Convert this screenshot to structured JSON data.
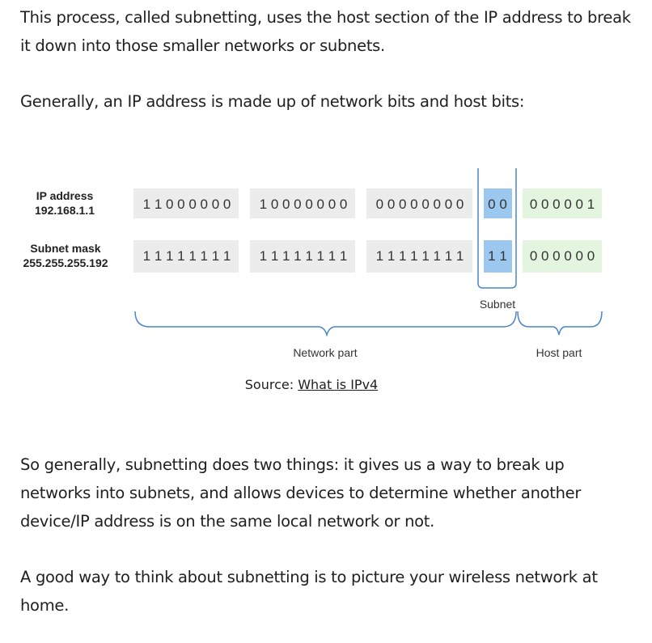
{
  "paragraphs": {
    "intro": "This process, called subnetting, uses the host section of the IP address to break it down into those smaller networks or subnets.",
    "generally": "Generally, an IP address is made up of network bits and host bits:",
    "two_things": "So generally, subnetting does two things: it gives us a way to break up networks into subnets, and allows devices to determine whether another device/IP address is on the same local network or not.",
    "wireless": "A good way to think about subnetting is to picture your wireless network at home."
  },
  "diagram": {
    "ip_row": {
      "label_line1": "IP address",
      "label_line2": "192.168.1.1",
      "octets": [
        "1 1 0 0 0 0 0 0",
        "1 0 0 0 0 0 0 0",
        "0 0 0 0 0 0 0 0"
      ],
      "subnet_bits": "0 0",
      "host_bits": "0 0 0 0 0 1"
    },
    "mask_row": {
      "label_line1": "Subnet mask",
      "label_line2": "255.255.255.192",
      "octets": [
        "1 1 1 1 1 1 1 1",
        "1 1 1 1 1 1 1 1",
        "1 1 1 1 1 1 1 1"
      ],
      "subnet_bits": "1 1",
      "host_bits": "0 0 0 0 0 0"
    },
    "subnet_label": "Subnet",
    "network_part_label": "Network part",
    "host_part_label": "Host part",
    "colors": {
      "octet_bg": "#ececec",
      "subnet_bg": "#9cc8f0",
      "host_bg": "#e4f5df",
      "bracket": "#4a86c8"
    }
  },
  "source": {
    "prefix": "Source: ",
    "link_text": "What is IPv4"
  }
}
